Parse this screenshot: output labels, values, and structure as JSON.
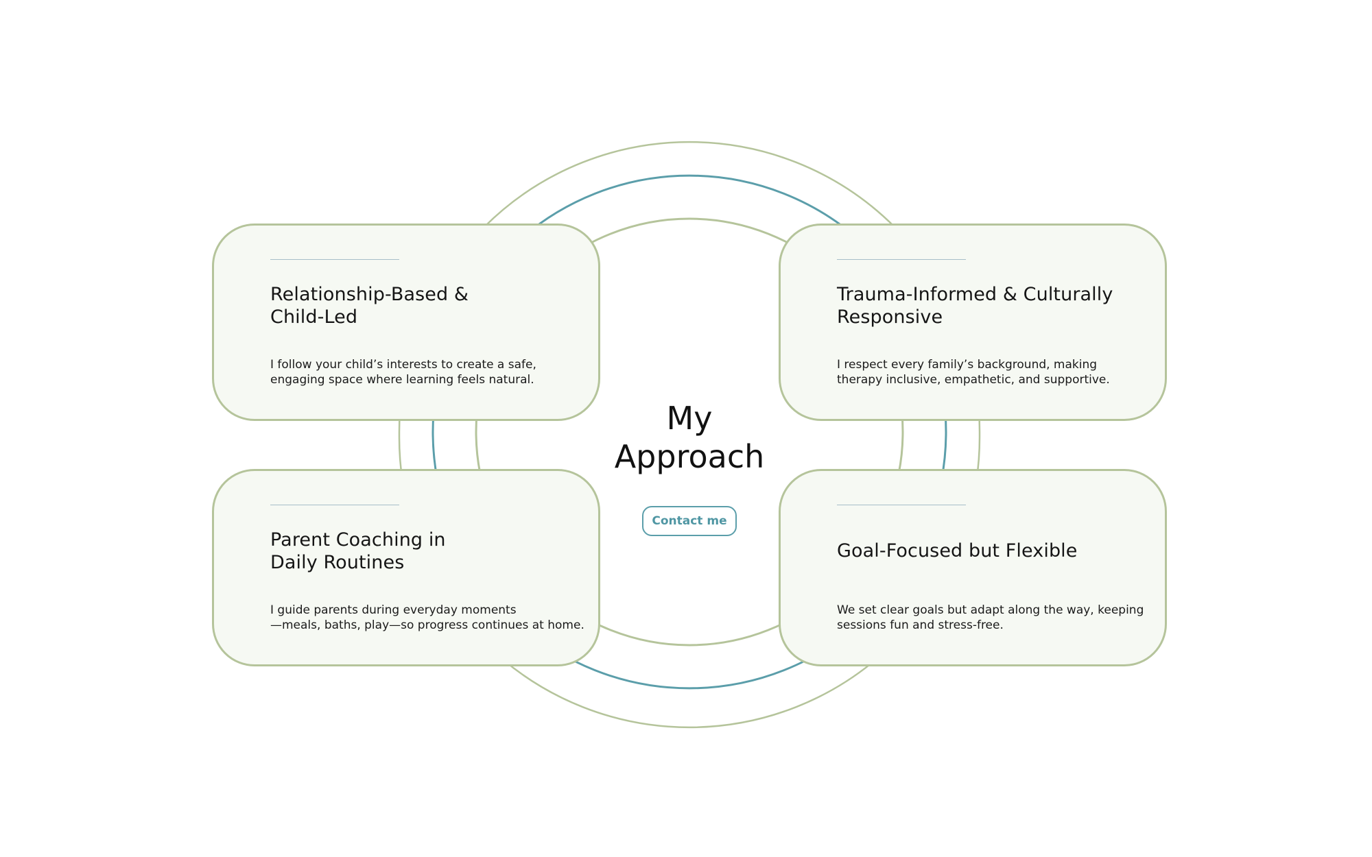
{
  "colors": {
    "ring_outer": "#b5c49b",
    "ring_middle": "#5b9eaa",
    "ring_inner": "#b5c49b",
    "card_background": "#f6f9f3",
    "card_border": "#b5c49b",
    "divider": "#a6bec8",
    "button_accent": "#4f96a3"
  },
  "center": {
    "title_line1": "My",
    "title_line2": "Approach",
    "contact_label": "Contact me"
  },
  "cards": [
    {
      "title_line1": "Relationship-Based &",
      "title_line2": "Child-Led",
      "desc_line1": "I follow your child’s interests to create a safe,",
      "desc_line2": "engaging space where learning feels natural."
    },
    {
      "title_line1": "Trauma-Informed & Culturally",
      "title_line2": "Responsive",
      "desc_line1": "I respect every family’s background, making",
      "desc_line2": "therapy inclusive, empathetic, and supportive."
    },
    {
      "title_line1": "Parent Coaching in",
      "title_line2": "Daily Routines",
      "desc_line1": "I guide parents during everyday moments",
      "desc_line2": "—meals, baths, play—so progress continues at home."
    },
    {
      "title_line1": "Goal-Focused but Flexible",
      "desc_line1": "We set clear goals but adapt along the way, keeping",
      "desc_line2": "sessions fun and stress-free."
    }
  ]
}
